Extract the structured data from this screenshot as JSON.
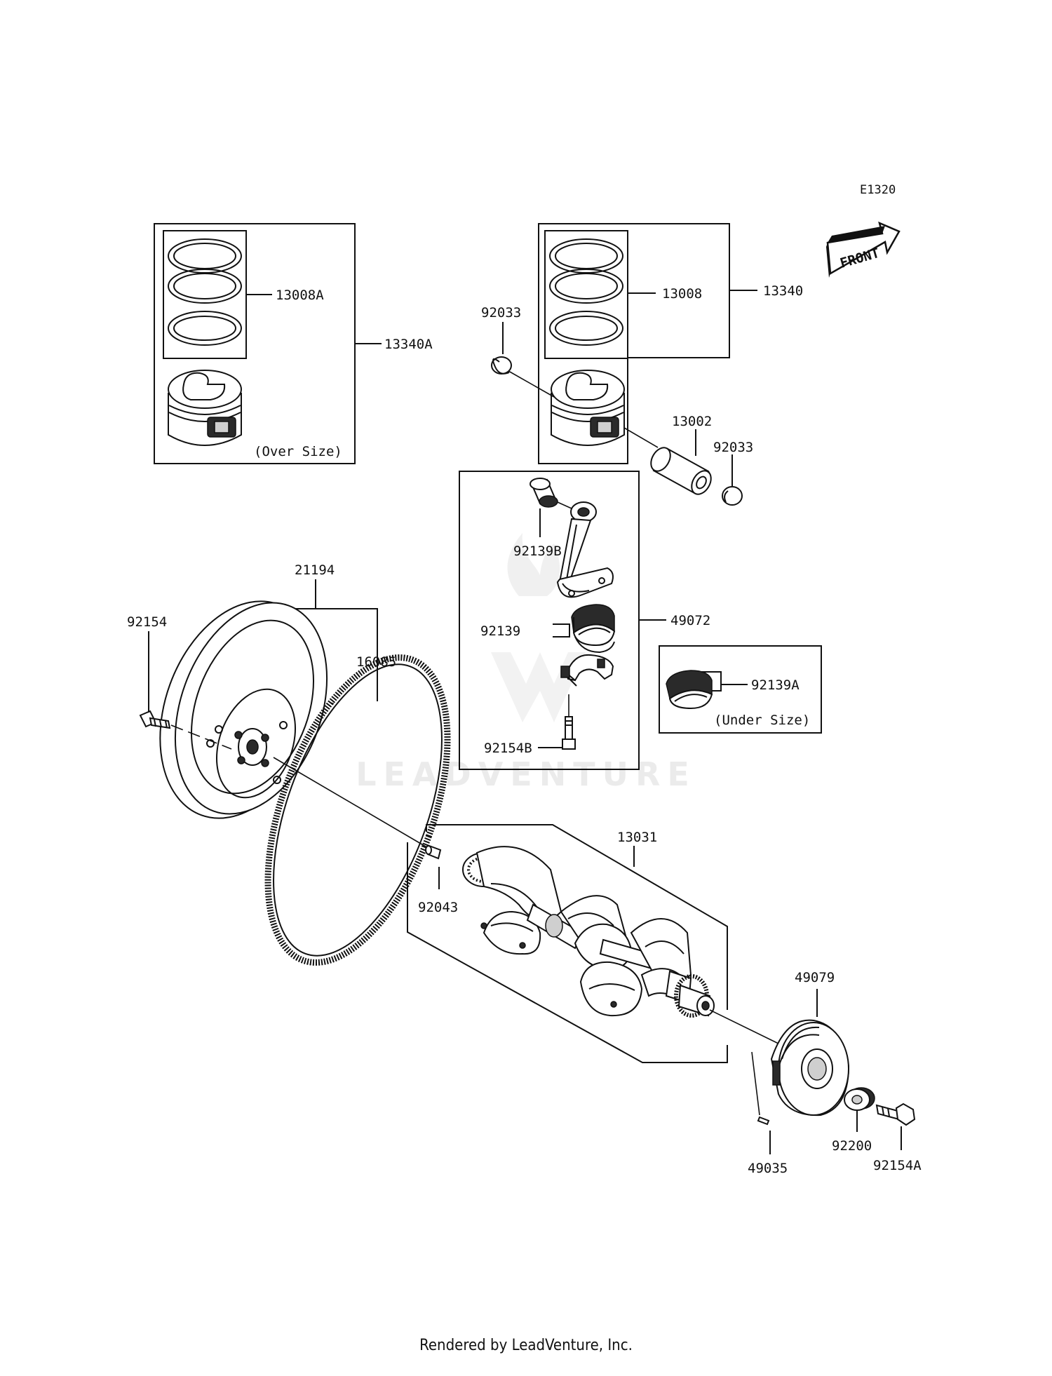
{
  "diagram_code": "E1320",
  "front_label": "FRONT",
  "watermark": "LEADVENTURE",
  "footer": "Rendered by LeadVenture, Inc.",
  "notes": {
    "over_size": "(Over Size)",
    "under_size": "(Under Size)"
  },
  "parts": {
    "p13008A": "13008A",
    "p13340A": "13340A",
    "p13008": "13008",
    "p13340": "13340",
    "p92033_left": "92033",
    "p92033_right": "92033",
    "p13002": "13002",
    "p92139B": "92139B",
    "p49072": "49072",
    "p92139": "92139",
    "p92139A": "92139A",
    "p92154B": "92154B",
    "p21194": "21194",
    "p92154": "92154",
    "p16085": "16085",
    "p13031": "13031",
    "p92043": "92043",
    "p49079": "49079",
    "p92200": "92200",
    "p49035": "49035",
    "p92154A": "92154A"
  }
}
